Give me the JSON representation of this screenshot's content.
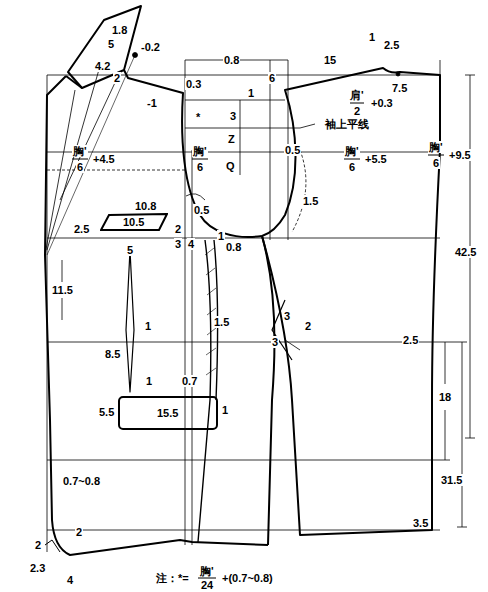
{
  "diagram": {
    "nodes": [
      {
        "text": [
          "10.5"
        ]
      },
      {
        "text": [
          "15.5"
        ]
      }
    ],
    "labels": [
      "1.8",
      "5",
      "4.2",
      "-0.2",
      "2",
      "0.8",
      "15",
      "1",
      "2.5",
      "7.5",
      "6",
      "0.3",
      "1",
      "-1",
      "*",
      "3",
      "袖上平线",
      "Z",
      "Q",
      "0.5",
      "肩'",
      "2",
      "+0.3",
      "胸'",
      "6",
      "+4.5",
      "胸'",
      "6",
      "胸'",
      "6",
      "+5.5",
      "胸'",
      "6",
      "+9.5",
      "1.5",
      "0.5",
      "10.8",
      "2.5",
      "2",
      "3",
      "4",
      "1",
      "0.8",
      "5",
      "11.5",
      "1",
      "1.5",
      "3",
      "3",
      "2",
      "2.5",
      "8.5",
      "1",
      "0.7",
      "5.5",
      "1",
      "42.5",
      "18",
      "31.5",
      "0.7~0.8",
      "2",
      "2",
      "2.3",
      "4",
      "3.5",
      "注：*=",
      "胸'",
      "24",
      "+(0.7~0.8)"
    ]
  }
}
